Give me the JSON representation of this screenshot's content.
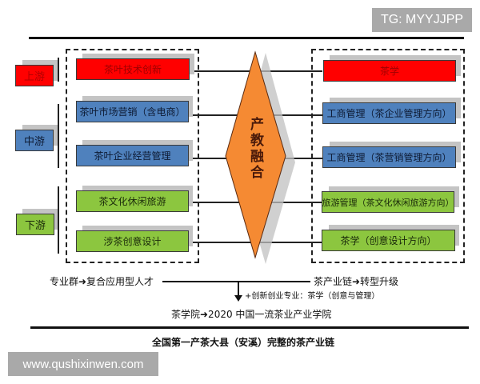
{
  "watermarks": {
    "top_right": "TG: MYYJJPP",
    "bottom_left": "www.qushixinwen.com"
  },
  "colors": {
    "red": "#ff0000",
    "blue": "#4f81bd",
    "green": "#8cc63f",
    "orange": "#f58a33",
    "shadow": "#c4c4c4"
  },
  "stream_labels": {
    "upstream": "上游",
    "midstream": "中游",
    "downstream": "下游"
  },
  "industry_column": {
    "items": [
      {
        "label": "茶叶技术创新",
        "stage": "upstream"
      },
      {
        "label": "茶叶市场营销（含电商）",
        "stage": "midstream"
      },
      {
        "label": "茶叶企业经营管理",
        "stage": "midstream"
      },
      {
        "label": "茶文化休闲旅游",
        "stage": "downstream"
      },
      {
        "label": "涉茶创意设计",
        "stage": "downstream"
      }
    ]
  },
  "center": {
    "label": "产教融合"
  },
  "education_column": {
    "items": [
      {
        "label": "茶学"
      },
      {
        "label": "工商管理（茶企业管理方向）"
      },
      {
        "label": "工商管理（茶营销管理方向）"
      },
      {
        "label": "旅游管理（茶文化休闲旅游方向）"
      },
      {
        "label": "茶学（创意设计方向）"
      }
    ]
  },
  "bottom": {
    "left_text": "专业群➜复合应用型人才",
    "right_text": "茶产业链➜转型升级",
    "branch_note": "+创新创业专业：茶学（创意与管理）",
    "result_text": "茶学院➜2020 中国一流茶业产业学院",
    "footer_title": "全国第一产茶大县（安溪）完整的茶产业链"
  }
}
